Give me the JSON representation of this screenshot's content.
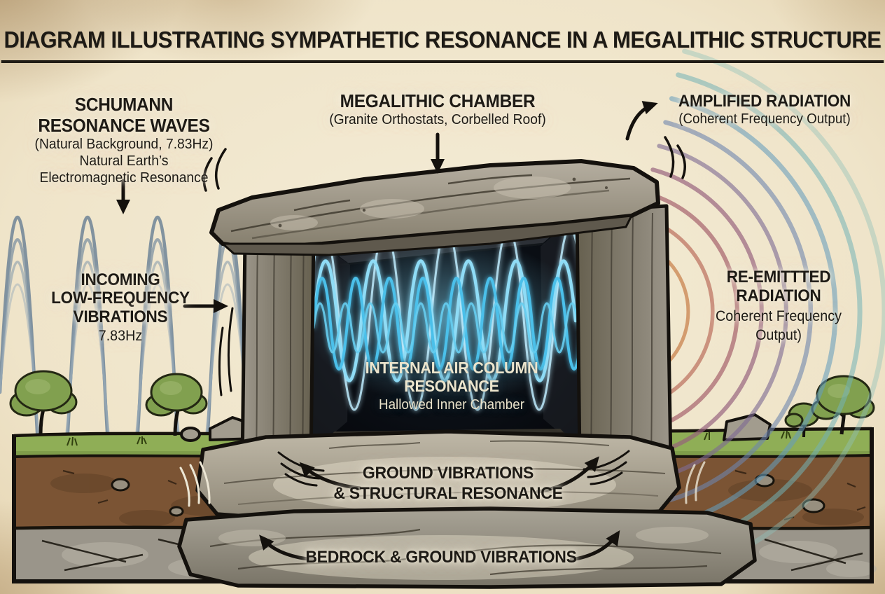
{
  "title": "DIAGRAM ILLUSTRATING SYMPATHETIC RESONANCE IN A MEGALITHIC STRUCTURE",
  "labels": {
    "schumann": {
      "heading1": "SCHUMANN",
      "heading2": "RESONANCE WAVES",
      "sub1": "(Natural Background, 7.83Hz)",
      "sub2": "Natural Earth’s",
      "sub3": "Electromagnetic Resonance"
    },
    "chamber": {
      "heading": "MEGALITHIC CHAMBER",
      "sub": "(Granite Orthostats, Corbelled Roof)"
    },
    "amplified": {
      "heading": "AMPLIFIED RADIATION",
      "sub": "(Coherent Frequency Output)"
    },
    "incoming": {
      "heading1": "INCOMING",
      "heading2": "LOW-FREQUENCY",
      "heading3": "VIBRATIONS",
      "freq": "7.83Hz"
    },
    "reemitted": {
      "heading1": "RE-EMITTTED",
      "heading2": "RADIATION",
      "sub1": "Coherent Frequency",
      "sub2": "Output)"
    },
    "internal": {
      "heading1": "INTERNAL AIR COLUMN",
      "heading2": "RESONANCE",
      "sub": "Hallowed Inner Chamber"
    },
    "ground_vibrations": {
      "line1": "GROUND VIBRATIONS",
      "line2": "& STRUCTURAL RESONANCE"
    },
    "bedrock": {
      "text": "BEDROCK & GROUND VIBRATIONS"
    }
  },
  "colors": {
    "parchment": "#efe4c9",
    "ink": "#14110d",
    "stone": "#a9a396",
    "chamber_dark": "#0a0e14",
    "internal_glow_wave": "#5fc8ee",
    "incoming_wave": "#7d92a2",
    "grass": "#8fae56",
    "soil": "#7b5434",
    "bedrock_rock": "#9a958a",
    "arc_colors": [
      "#d39a4e",
      "#cc8a56",
      "#bd7663",
      "#a8656f",
      "#95607c",
      "#7e6a93",
      "#6e86ad",
      "#659cbb",
      "#72b3b6",
      "#8ec2b9"
    ]
  }
}
